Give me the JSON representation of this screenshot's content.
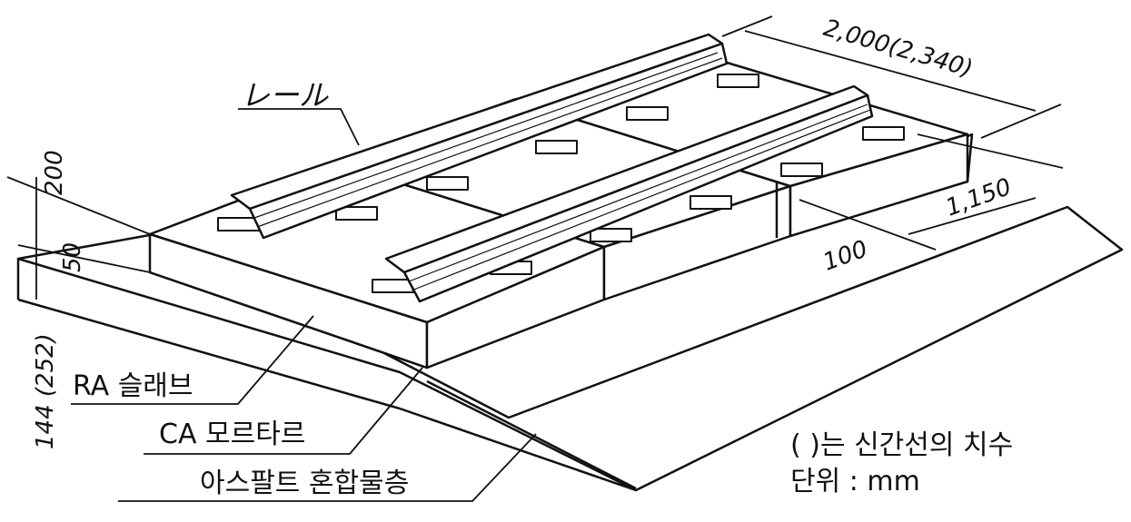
{
  "labels": {
    "rail": "レール",
    "ra_slab": "RA 슬래브",
    "ca_mortar": "CA 모르타르",
    "asphalt": "아스팔트 혼합물층",
    "note_line1": "(    )는 신간선의 치수",
    "note_line2": "단위 : mm"
  },
  "dimensions": {
    "width": "2,000(2,340)",
    "slab_length": "1,150",
    "gap": "100",
    "slab_height": "200",
    "mortar_height": "50",
    "base_height": "144 (252)"
  }
}
